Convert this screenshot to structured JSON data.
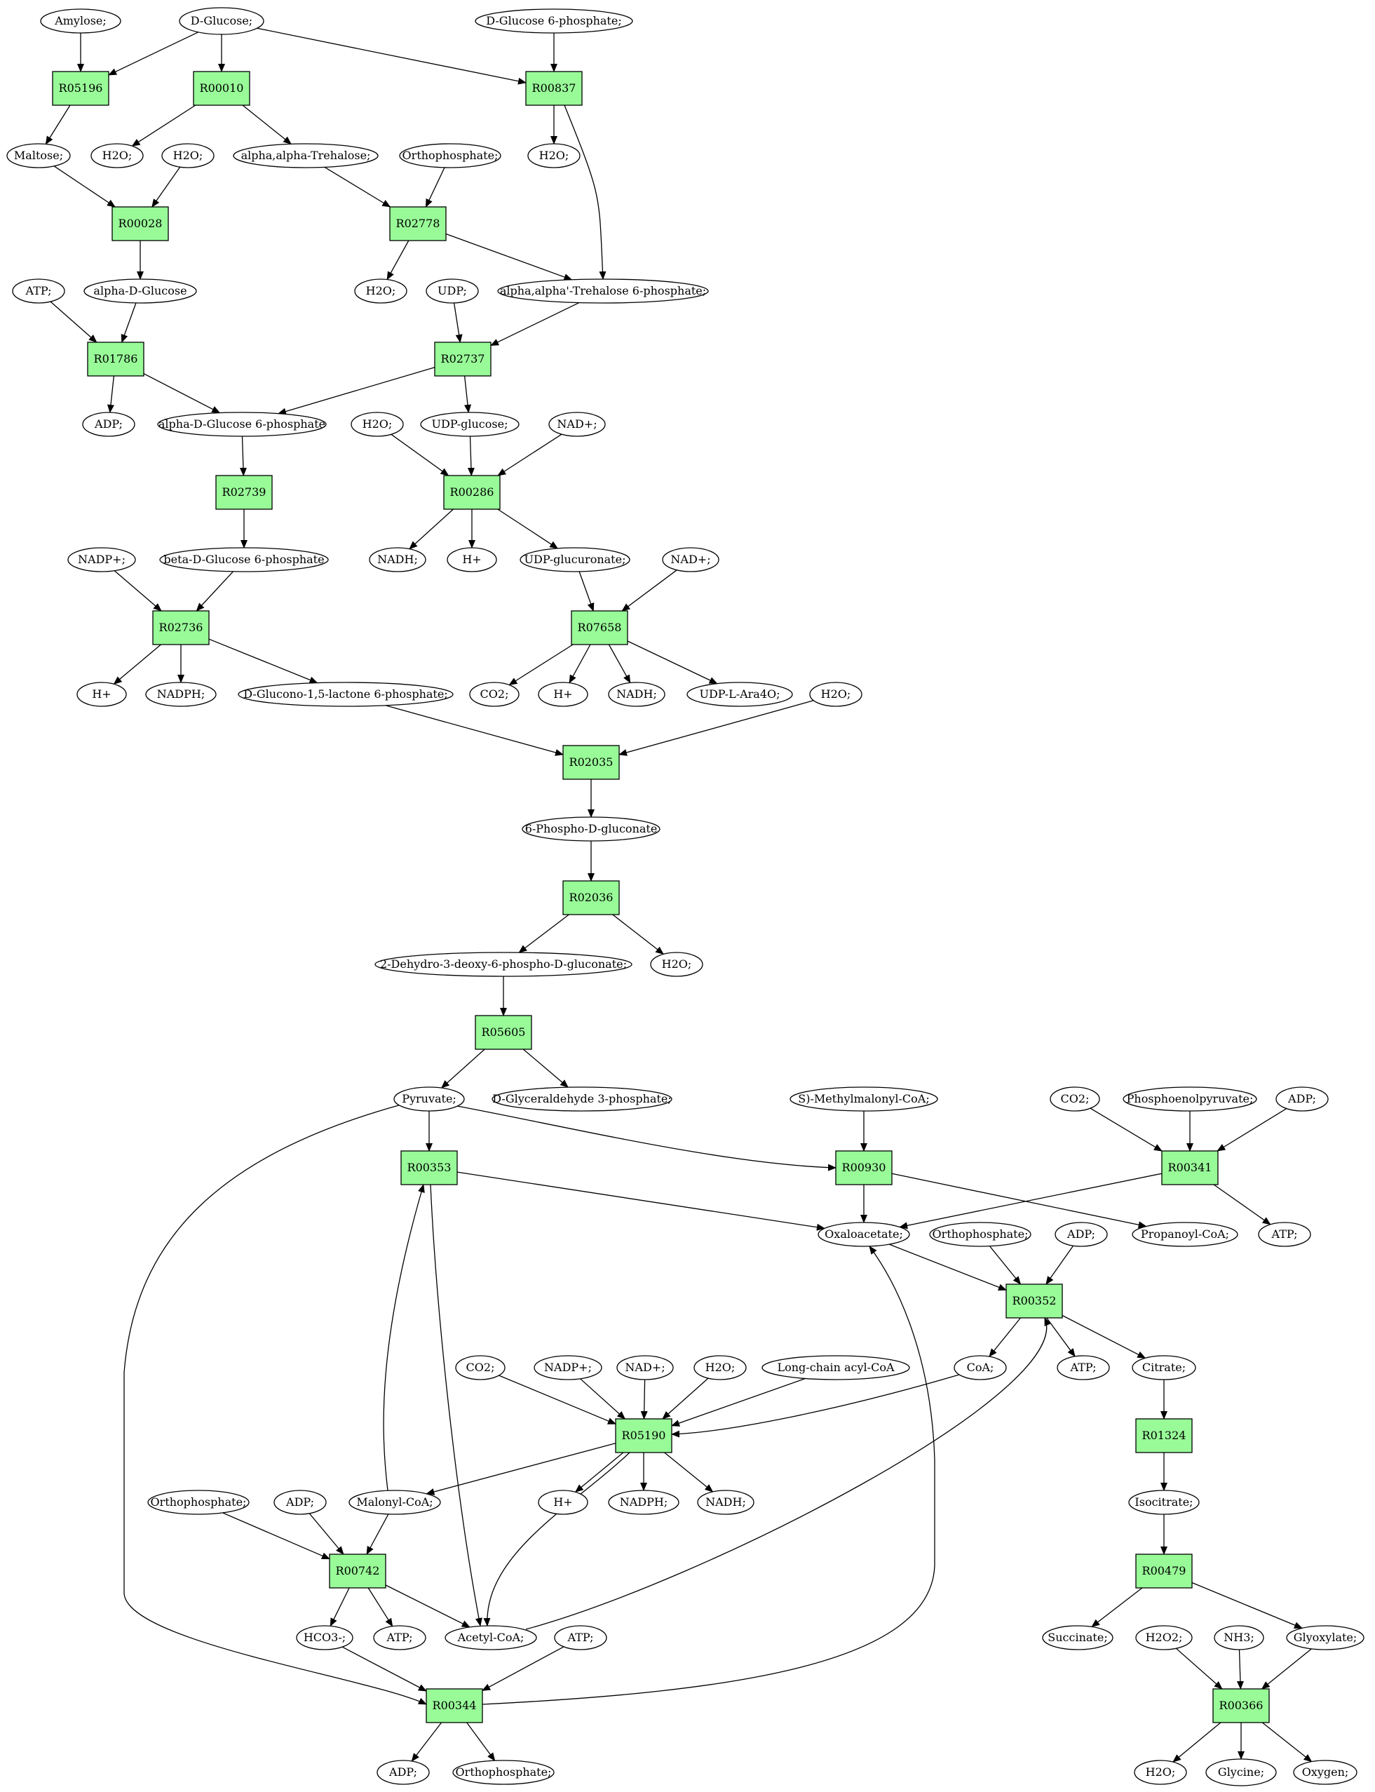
{
  "colors": {
    "reaction_fill": "#98fb98",
    "compound_fill": "#ffffff",
    "source_fill": "#00ee00",
    "target_fill": "#ffff00",
    "stroke": "#000000"
  },
  "nodes": [
    {
      "id": "c_amylose",
      "kind": "compound",
      "label": "Amylose;"
    },
    {
      "id": "c_dglucose",
      "kind": "compound",
      "label": "D-Glucose;",
      "highlight": "source"
    },
    {
      "id": "c_g6p_top",
      "kind": "compound",
      "label": "D-Glucose 6-phosphate;"
    },
    {
      "id": "r_R05196",
      "kind": "reaction",
      "label": "R05196"
    },
    {
      "id": "r_R00010",
      "kind": "reaction",
      "label": "R00010"
    },
    {
      "id": "r_R00837",
      "kind": "reaction",
      "label": "R00837"
    },
    {
      "id": "c_maltose",
      "kind": "compound",
      "label": "Maltose;"
    },
    {
      "id": "c_h2o_a",
      "kind": "compound",
      "label": "H2O;"
    },
    {
      "id": "c_h2o_b",
      "kind": "compound",
      "label": "H2O;"
    },
    {
      "id": "c_trehalose",
      "kind": "compound",
      "label": "alpha,alpha-Trehalose;"
    },
    {
      "id": "c_phos_a",
      "kind": "compound",
      "label": "Orthophosphate;"
    },
    {
      "id": "c_h2o_c",
      "kind": "compound",
      "label": "H2O;"
    },
    {
      "id": "r_R00028",
      "kind": "reaction",
      "label": "R00028"
    },
    {
      "id": "r_R02778",
      "kind": "reaction",
      "label": "R02778"
    },
    {
      "id": "c_atp_a",
      "kind": "compound",
      "label": "ATP;"
    },
    {
      "id": "c_adglucose",
      "kind": "compound",
      "label": "alpha-D-Glucose"
    },
    {
      "id": "c_h2o_d",
      "kind": "compound",
      "label": "H2O;"
    },
    {
      "id": "c_udp",
      "kind": "compound",
      "label": "UDP;"
    },
    {
      "id": "c_t6p",
      "kind": "compound",
      "label": "alpha,alpha'-Trehalose 6-phosphate;"
    },
    {
      "id": "r_R01786",
      "kind": "reaction",
      "label": "R01786"
    },
    {
      "id": "r_R02737",
      "kind": "reaction",
      "label": "R02737"
    },
    {
      "id": "c_adp_a",
      "kind": "compound",
      "label": "ADP;"
    },
    {
      "id": "c_adg6p",
      "kind": "compound",
      "label": "alpha-D-Glucose 6-phosphate"
    },
    {
      "id": "c_h2o_e",
      "kind": "compound",
      "label": "H2O;"
    },
    {
      "id": "c_udpglc",
      "kind": "compound",
      "label": "UDP-glucose;"
    },
    {
      "id": "c_nad_a",
      "kind": "compound",
      "label": "NAD+;"
    },
    {
      "id": "r_R02739",
      "kind": "reaction",
      "label": "R02739"
    },
    {
      "id": "r_R00286",
      "kind": "reaction",
      "label": "R00286"
    },
    {
      "id": "c_nadp_a",
      "kind": "compound",
      "label": "NADP+;"
    },
    {
      "id": "c_bdg6p",
      "kind": "compound",
      "label": "beta-D-Glucose 6-phosphate"
    },
    {
      "id": "c_nadh_a",
      "kind": "compound",
      "label": "NADH;"
    },
    {
      "id": "c_hplus_a",
      "kind": "compound",
      "label": "H+"
    },
    {
      "id": "c_udpglcur",
      "kind": "compound",
      "label": "UDP-glucuronate;"
    },
    {
      "id": "c_nad_b",
      "kind": "compound",
      "label": "NAD+;"
    },
    {
      "id": "r_R02736",
      "kind": "reaction",
      "label": "R02736"
    },
    {
      "id": "r_R07658",
      "kind": "reaction",
      "label": "R07658"
    },
    {
      "id": "c_hplus_b",
      "kind": "compound",
      "label": "H+"
    },
    {
      "id": "c_nadph_a",
      "kind": "compound",
      "label": "NADPH;"
    },
    {
      "id": "c_dglucono",
      "kind": "compound",
      "label": "D-Glucono-1,5-lactone 6-phosphate;"
    },
    {
      "id": "c_co2_a",
      "kind": "compound",
      "label": "CO2;"
    },
    {
      "id": "c_hplus_c",
      "kind": "compound",
      "label": "H+"
    },
    {
      "id": "c_nadh_b",
      "kind": "compound",
      "label": "NADH;"
    },
    {
      "id": "c_udplara",
      "kind": "compound",
      "label": "UDP-L-Ara4O;"
    },
    {
      "id": "c_h2o_f",
      "kind": "compound",
      "label": "H2O;"
    },
    {
      "id": "r_R02035",
      "kind": "reaction",
      "label": "R02035"
    },
    {
      "id": "c_6pg",
      "kind": "compound",
      "label": "6-Phospho-D-gluconate"
    },
    {
      "id": "r_R02036",
      "kind": "reaction",
      "label": "R02036"
    },
    {
      "id": "c_kdpg",
      "kind": "compound",
      "label": "2-Dehydro-3-deoxy-6-phospho-D-gluconate;"
    },
    {
      "id": "c_h2o_g",
      "kind": "compound",
      "label": "H2O;"
    },
    {
      "id": "r_R05605",
      "kind": "reaction",
      "label": "R05605"
    },
    {
      "id": "c_pyruvate",
      "kind": "compound",
      "label": "Pyruvate;"
    },
    {
      "id": "c_gap",
      "kind": "compound",
      "label": "D-Glyceraldehyde 3-phosphate;"
    },
    {
      "id": "c_smmcoa",
      "kind": "compound",
      "label": "S)-Methylmalonyl-CoA;"
    },
    {
      "id": "c_co2_b",
      "kind": "compound",
      "label": "CO2;"
    },
    {
      "id": "c_pep",
      "kind": "compound",
      "label": "Phosphoenolpyruvate;"
    },
    {
      "id": "c_adp_b",
      "kind": "compound",
      "label": "ADP;"
    },
    {
      "id": "r_R00353",
      "kind": "reaction",
      "label": "R00353"
    },
    {
      "id": "r_R00930",
      "kind": "reaction",
      "label": "R00930"
    },
    {
      "id": "r_R00341",
      "kind": "reaction",
      "label": "R00341"
    },
    {
      "id": "c_oaa",
      "kind": "compound",
      "label": "Oxaloacetate;"
    },
    {
      "id": "c_phos_b",
      "kind": "compound",
      "label": "Orthophosphate;"
    },
    {
      "id": "c_adp_c",
      "kind": "compound",
      "label": "ADP;"
    },
    {
      "id": "c_propcoa",
      "kind": "compound",
      "label": "Propanoyl-CoA;"
    },
    {
      "id": "c_atp_b",
      "kind": "compound",
      "label": "ATP;"
    },
    {
      "id": "r_R00352",
      "kind": "reaction",
      "label": "R00352"
    },
    {
      "id": "c_co2_c",
      "kind": "compound",
      "label": "CO2;"
    },
    {
      "id": "c_nadp_b",
      "kind": "compound",
      "label": "NADP+;"
    },
    {
      "id": "c_nad_c",
      "kind": "compound",
      "label": "NAD+;"
    },
    {
      "id": "c_h2o_h",
      "kind": "compound",
      "label": "H2O;"
    },
    {
      "id": "c_lcacoa",
      "kind": "compound",
      "label": "Long-chain acyl-CoA"
    },
    {
      "id": "c_coa",
      "kind": "compound",
      "label": "CoA;"
    },
    {
      "id": "c_atp_c",
      "kind": "compound",
      "label": "ATP;"
    },
    {
      "id": "c_citrate",
      "kind": "compound",
      "label": "Citrate;"
    },
    {
      "id": "r_R05190",
      "kind": "reaction",
      "label": "R05190"
    },
    {
      "id": "r_R01324",
      "kind": "reaction",
      "label": "R01324"
    },
    {
      "id": "c_phos_c",
      "kind": "compound",
      "label": "Orthophosphate;"
    },
    {
      "id": "c_adp_d",
      "kind": "compound",
      "label": "ADP;"
    },
    {
      "id": "c_malcoa",
      "kind": "compound",
      "label": "Malonyl-CoA;"
    },
    {
      "id": "c_hplus_d",
      "kind": "compound",
      "label": "H+"
    },
    {
      "id": "c_nadph_b",
      "kind": "compound",
      "label": "NADPH;"
    },
    {
      "id": "c_nadh_c",
      "kind": "compound",
      "label": "NADH;"
    },
    {
      "id": "c_isocitrate",
      "kind": "compound",
      "label": "Isocitrate;"
    },
    {
      "id": "r_R00742",
      "kind": "reaction",
      "label": "R00742"
    },
    {
      "id": "r_R00479",
      "kind": "reaction",
      "label": "R00479"
    },
    {
      "id": "c_hco3",
      "kind": "compound",
      "label": "HCO3-;"
    },
    {
      "id": "c_atp_d",
      "kind": "compound",
      "label": "ATP;"
    },
    {
      "id": "c_acetylcoa",
      "kind": "compound",
      "label": "Acetyl-CoA;"
    },
    {
      "id": "c_atp_e",
      "kind": "compound",
      "label": "ATP;"
    },
    {
      "id": "c_succinate",
      "kind": "compound",
      "label": "Succinate;"
    },
    {
      "id": "c_h2o2",
      "kind": "compound",
      "label": "H2O2;"
    },
    {
      "id": "c_nh3",
      "kind": "compound",
      "label": "NH3;"
    },
    {
      "id": "c_glyoxylate",
      "kind": "compound",
      "label": "Glyoxylate;"
    },
    {
      "id": "r_R00344",
      "kind": "reaction",
      "label": "R00344"
    },
    {
      "id": "r_R00366",
      "kind": "reaction",
      "label": "R00366"
    },
    {
      "id": "c_adp_e",
      "kind": "compound",
      "label": "ADP;"
    },
    {
      "id": "c_phos_d",
      "kind": "compound",
      "label": "Orthophosphate;"
    },
    {
      "id": "c_h2o_i",
      "kind": "compound",
      "label": "H2O;"
    },
    {
      "id": "c_glycine",
      "kind": "compound",
      "label": "Glycine;",
      "highlight": "target"
    },
    {
      "id": "c_oxygen",
      "kind": "compound",
      "label": "Oxygen;"
    }
  ],
  "edges": [
    [
      "c_amylose",
      "r_R05196"
    ],
    [
      "c_dglucose",
      "r_R05196"
    ],
    [
      "c_dglucose",
      "r_R00010"
    ],
    [
      "c_dglucose",
      "r_R00837"
    ],
    [
      "c_g6p_top",
      "r_R00837"
    ],
    [
      "r_R05196",
      "c_maltose"
    ],
    [
      "r_R00010",
      "c_h2o_a"
    ],
    [
      "r_R00010",
      "c_trehalose"
    ],
    [
      "r_R00837",
      "c_h2o_c"
    ],
    [
      "r_R00837",
      "c_t6p"
    ],
    [
      "c_maltose",
      "r_R00028"
    ],
    [
      "c_h2o_b",
      "r_R00028"
    ],
    [
      "r_R00028",
      "c_adglucose"
    ],
    [
      "c_trehalose",
      "r_R02778"
    ],
    [
      "c_phos_a",
      "r_R02778"
    ],
    [
      "r_R02778",
      "c_h2o_d"
    ],
    [
      "r_R02778",
      "c_t6p"
    ],
    [
      "c_atp_a",
      "r_R01786"
    ],
    [
      "c_adglucose",
      "r_R01786"
    ],
    [
      "r_R01786",
      "c_adp_a"
    ],
    [
      "r_R01786",
      "c_adg6p"
    ],
    [
      "c_udp",
      "r_R02737"
    ],
    [
      "c_t6p",
      "r_R02737"
    ],
    [
      "r_R02737",
      "c_adg6p"
    ],
    [
      "r_R02737",
      "c_udpglc"
    ],
    [
      "c_adg6p",
      "r_R02739"
    ],
    [
      "r_R02739",
      "c_bdg6p"
    ],
    [
      "c_h2o_e",
      "r_R00286"
    ],
    [
      "c_udpglc",
      "r_R00286"
    ],
    [
      "c_nad_a",
      "r_R00286"
    ],
    [
      "r_R00286",
      "c_nadh_a"
    ],
    [
      "r_R00286",
      "c_hplus_a"
    ],
    [
      "r_R00286",
      "c_udpglcur"
    ],
    [
      "c_nadp_a",
      "r_R02736"
    ],
    [
      "c_bdg6p",
      "r_R02736"
    ],
    [
      "r_R02736",
      "c_hplus_b"
    ],
    [
      "r_R02736",
      "c_nadph_a"
    ],
    [
      "r_R02736",
      "c_dglucono"
    ],
    [
      "c_udpglcur",
      "r_R07658"
    ],
    [
      "c_nad_b",
      "r_R07658"
    ],
    [
      "r_R07658",
      "c_co2_a"
    ],
    [
      "r_R07658",
      "c_hplus_c"
    ],
    [
      "r_R07658",
      "c_nadh_b"
    ],
    [
      "r_R07658",
      "c_udplara"
    ],
    [
      "c_dglucono",
      "r_R02035"
    ],
    [
      "c_h2o_f",
      "r_R02035"
    ],
    [
      "r_R02035",
      "c_6pg"
    ],
    [
      "c_6pg",
      "r_R02036"
    ],
    [
      "r_R02036",
      "c_kdpg"
    ],
    [
      "r_R02036",
      "c_h2o_g"
    ],
    [
      "c_kdpg",
      "r_R05605"
    ],
    [
      "r_R05605",
      "c_pyruvate"
    ],
    [
      "r_R05605",
      "c_gap"
    ],
    [
      "c_pyruvate",
      "r_R00353"
    ],
    [
      "c_pyruvate",
      "r_R00930"
    ],
    [
      "c_pyruvate",
      "r_R00344"
    ],
    [
      "c_smmcoa",
      "r_R00930"
    ],
    [
      "c_co2_b",
      "r_R00341"
    ],
    [
      "c_pep",
      "r_R00341"
    ],
    [
      "c_adp_b",
      "r_R00341"
    ],
    [
      "r_R00353",
      "c_oaa"
    ],
    [
      "r_R00353",
      "c_acetylcoa"
    ],
    [
      "r_R00930",
      "c_oaa"
    ],
    [
      "r_R00930",
      "c_propcoa"
    ],
    [
      "r_R00341",
      "c_oaa"
    ],
    [
      "r_R00341",
      "c_atp_b"
    ],
    [
      "c_oaa",
      "r_R00352"
    ],
    [
      "c_phos_b",
      "r_R00352"
    ],
    [
      "c_adp_c",
      "r_R00352"
    ],
    [
      "r_R00352",
      "c_coa"
    ],
    [
      "r_R00352",
      "c_atp_c"
    ],
    [
      "r_R00352",
      "c_citrate"
    ],
    [
      "c_co2_c",
      "r_R05190"
    ],
    [
      "c_nadp_b",
      "r_R05190"
    ],
    [
      "c_nad_c",
      "r_R05190"
    ],
    [
      "c_h2o_h",
      "r_R05190"
    ],
    [
      "c_lcacoa",
      "r_R05190"
    ],
    [
      "c_coa",
      "r_R05190"
    ],
    [
      "r_R05190",
      "c_malcoa"
    ],
    [
      "r_R05190",
      "c_hplus_d"
    ],
    [
      "r_R05190",
      "c_nadph_b"
    ],
    [
      "r_R05190",
      "c_nadh_c"
    ],
    [
      "r_R05190",
      "c_acetylcoa"
    ],
    [
      "c_citrate",
      "r_R01324"
    ],
    [
      "r_R01324",
      "c_isocitrate"
    ],
    [
      "c_isocitrate",
      "r_R00479"
    ],
    [
      "c_phos_c",
      "r_R00742"
    ],
    [
      "c_adp_d",
      "r_R00742"
    ],
    [
      "c_malcoa",
      "r_R00742"
    ],
    [
      "c_malcoa",
      "r_R00353"
    ],
    [
      "r_R00742",
      "c_hco3"
    ],
    [
      "r_R00742",
      "c_atp_d"
    ],
    [
      "r_R00742",
      "c_acetylcoa"
    ],
    [
      "c_acetylcoa",
      "r_R00352"
    ],
    [
      "r_R00479",
      "c_succinate"
    ],
    [
      "r_R00479",
      "c_glyoxylate"
    ],
    [
      "c_hco3",
      "r_R00344"
    ],
    [
      "c_atp_e",
      "r_R00344"
    ],
    [
      "r_R00344",
      "c_adp_e"
    ],
    [
      "r_R00344",
      "c_phos_d"
    ],
    [
      "r_R00344",
      "c_oaa"
    ],
    [
      "c_h2o2",
      "r_R00366"
    ],
    [
      "c_nh3",
      "r_R00366"
    ],
    [
      "c_glyoxylate",
      "r_R00366"
    ],
    [
      "r_R00366",
      "c_h2o_i"
    ],
    [
      "r_R00366",
      "c_glycine"
    ],
    [
      "r_R00366",
      "c_oxygen"
    ]
  ]
}
